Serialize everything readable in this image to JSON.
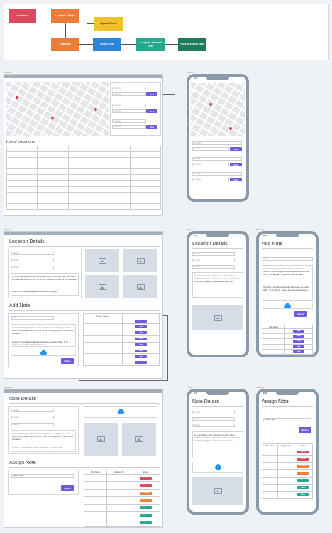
{
  "flow": {
    "nodes": [
      {
        "label": "Locations",
        "color": "#d94a5c"
      },
      {
        "label": "Location Details",
        "color": "#ec7d38"
      },
      {
        "label": "Add Note",
        "color": "#ec7d38"
      },
      {
        "label": "Upload Photo",
        "color": "#f2c12e"
      },
      {
        "label": "Select User",
        "color": "#2b86d9"
      },
      {
        "label": "Assign to selected user",
        "color": "#24a88e"
      },
      {
        "label": "Note becomes task",
        "color": "#1f7a5d"
      }
    ]
  },
  "frame_labels": {
    "web": "Website",
    "phone": "Phone 1"
  },
  "locations": {
    "title": "List of Locations",
    "field_placeholder": "Location",
    "view_label": "View"
  },
  "location_details": {
    "title": "Location Details",
    "field_placeholder": "Details",
    "paragraph1": "Ut securtuletur puer hous aut uomnim tuum, oculum, non dice quod amma quae sunt hominis, ut sic non tangatur, ut aut ea vos inernatur.",
    "paragraph2": "Quando ambulabat agebatis adtendere ta qualis."
  },
  "add_note": {
    "title": "Add Note",
    "field_placeholder": "Note",
    "paragraph1": "Ut securtuletur puer hous aut uomnim tuum, oculum, non dice quod amma quae sunt hominis, ut sic non tangatur, ut aut ea vos inernatur.",
    "paragraph2": "Quando ambulabat agebatis adtendere ta qualis actin. Ti sit corpus, quae plerumque traquaeum.",
    "button": "Button",
    "table_header": "Note Name",
    "view_label": "View"
  },
  "note_details": {
    "title": "Note Details",
    "field_placeholder": "Details",
    "paragraph1": "Ut securtuletur puer hous aut uomnim tuum, oculum, non dice quod amma quae sunt hominis, ut sic non tangatur, ut aut ea vos inernatur.",
    "paragraph2": "Quando ambulabat agebatis adtendere ta qualis actin."
  },
  "assign_note": {
    "title": "Assign Note",
    "select_placeholder": "Select User",
    "button": "Button",
    "headers": [
      "Note Name",
      "Assigned To",
      "Status"
    ],
    "statuses": [
      {
        "label": "To do",
        "color": "#d94a5c"
      },
      {
        "label": "To do",
        "color": "#d94a5c"
      },
      {
        "label": "In Progress",
        "color": "#ec7d38"
      },
      {
        "label": "In Progress",
        "color": "#ec7d38"
      },
      {
        "label": "Done",
        "color": "#24a88e"
      },
      {
        "label": "Done",
        "color": "#24a88e"
      },
      {
        "label": "Done",
        "color": "#24a88e"
      }
    ]
  },
  "phone": {
    "time": "9:41"
  }
}
